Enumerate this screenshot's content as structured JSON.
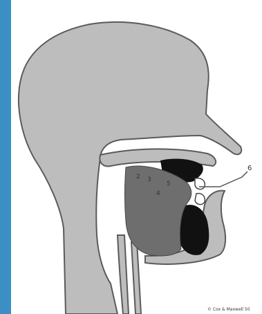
{
  "diagram": {
    "labels": {
      "region_2": "2",
      "region_3": "3",
      "region_4": "4",
      "region_5": "5",
      "pointer_label": "6"
    },
    "credit": "© Cox & Maxwell 50",
    "colors": {
      "background_border": "#3b8fc4",
      "head_fill": "#bdbdbd",
      "head_stroke": "#5a5a5a",
      "tongue_fill": "#6e6e6e",
      "cavity_fill": "#111111",
      "tooth_fill": "#ffffff"
    }
  }
}
